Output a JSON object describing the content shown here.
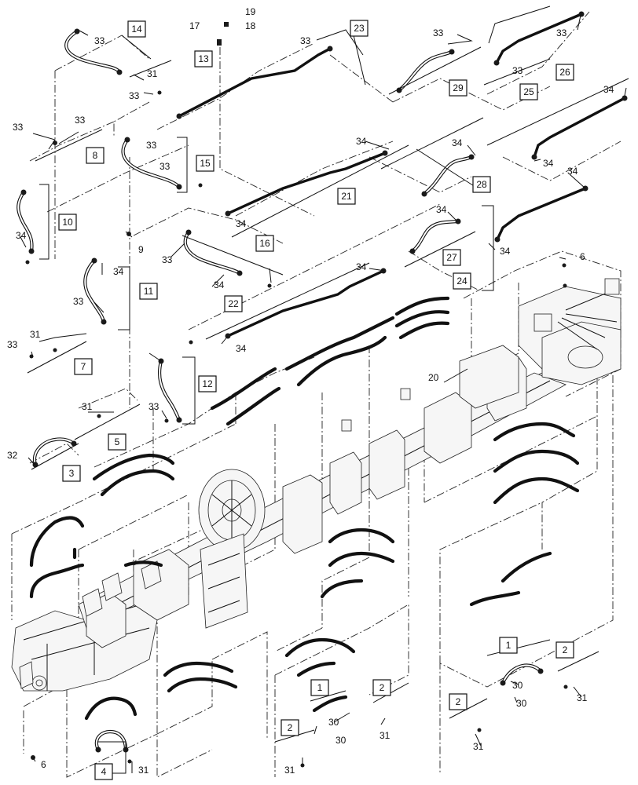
{
  "boxed_callouts": [
    "14",
    "13",
    "23",
    "29",
    "26",
    "25",
    "8",
    "15",
    "21",
    "28",
    "10",
    "16",
    "27",
    "24",
    "11",
    "22",
    "7",
    "12",
    "5",
    "3",
    "1",
    "2",
    "2",
    "1",
    "2",
    "2",
    "4"
  ],
  "plain_callouts": [
    "19",
    "17",
    "18",
    "33",
    "33",
    "33",
    "33",
    "33",
    "31",
    "33",
    "33",
    "33",
    "33",
    "34",
    "33",
    "34",
    "34",
    "34",
    "34",
    "34",
    "34",
    "34",
    "33",
    "9",
    "34",
    "34",
    "34",
    "6",
    "33",
    "34",
    "31",
    "33",
    "34",
    "20",
    "31",
    "33",
    "32",
    "6",
    "31",
    "30",
    "30",
    "30",
    "30",
    "31",
    "31",
    "31",
    "31"
  ]
}
